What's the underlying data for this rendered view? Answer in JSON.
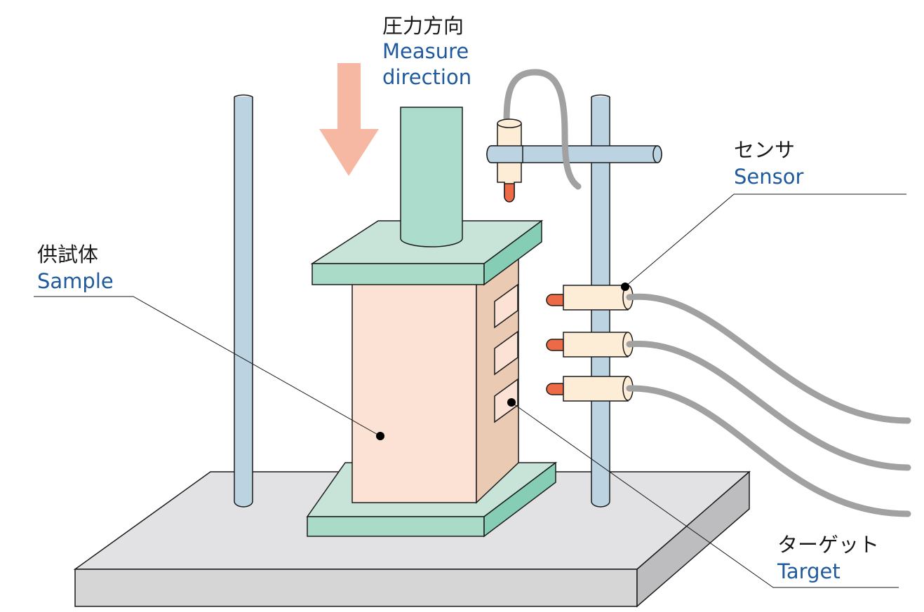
{
  "labels": {
    "pressure": {
      "ja": "圧力方向",
      "en1": "Measure",
      "en2": "direction"
    },
    "sensor": {
      "ja": "センサ",
      "en": "Sensor"
    },
    "sample": {
      "ja": "供試体",
      "en": "Sample"
    },
    "target": {
      "ja": "ターゲット",
      "en": "Target"
    }
  },
  "colors": {
    "outline": "#1a1a1a",
    "label_ja": "#1a1a1a",
    "label_en": "#1f5a9e",
    "base_top": "#e2e1e3",
    "base_front": "#d6d6d6",
    "base_side": "#bdbdbf",
    "pole": "#bcd3e2",
    "plate_top": "#c8e3d8",
    "plate_front": "#a9dbc8",
    "plate_side": "#86cdb5",
    "piston": "#acdccb",
    "sample_front": "#fbe2d4",
    "sample_side": "#ebcab4",
    "sensor_body": "#fdecd6",
    "sensor_tip": "#ec6b46",
    "cable": "#a1a1a1",
    "arrow": "#f6b8a3"
  }
}
